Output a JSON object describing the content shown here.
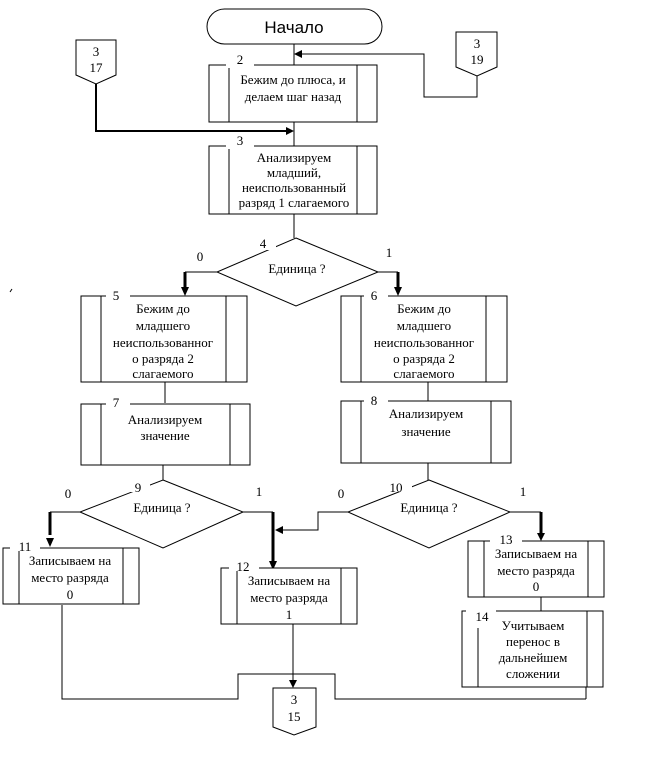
{
  "diagram": {
    "type": "flowchart",
    "start": {
      "id": "start",
      "label": "Начало"
    },
    "connectors": [
      {
        "id": "conn-3-17",
        "page": "3",
        "ref": "17"
      },
      {
        "id": "conn-3-19",
        "page": "3",
        "ref": "19"
      },
      {
        "id": "conn-3-15",
        "page": "3",
        "ref": "15"
      }
    ],
    "blocks": [
      {
        "num": "2",
        "lines": [
          "Бежим до плюса, и",
          "делаем шаг назад"
        ]
      },
      {
        "num": "3",
        "lines": [
          "Анализируем",
          "младший,",
          "неиспользованный",
          "разряд 1   слагаемого"
        ]
      },
      {
        "num": "5",
        "lines": [
          "Бежим до",
          "младшего",
          "неиспользованног",
          "о разряда 2",
          "слагаемого"
        ]
      },
      {
        "num": "6",
        "lines": [
          "Бежим до",
          "младшего",
          "неиспользованног",
          "о разряда 2",
          "слагаемого"
        ]
      },
      {
        "num": "7",
        "lines": [
          "Анализируем",
          "значение"
        ]
      },
      {
        "num": "8",
        "lines": [
          "Анализируем",
          "значение"
        ]
      },
      {
        "num": "11",
        "lines": [
          "Записываем на",
          "место разряда",
          "0"
        ]
      },
      {
        "num": "12",
        "lines": [
          "Записываем на",
          "место разряда",
          "1"
        ]
      },
      {
        "num": "13",
        "lines": [
          "Записываем на",
          "место разряда",
          "0"
        ]
      },
      {
        "num": "14",
        "lines": [
          "Учитываем",
          "перенос в",
          "дальнейшем",
          "сложении"
        ]
      }
    ],
    "decisions": [
      {
        "num": "4",
        "label": "Единица ?",
        "no": "0",
        "yes": "1"
      },
      {
        "num": "9",
        "label": "Единица ?",
        "no": "0",
        "yes": "1"
      },
      {
        "num": "10",
        "label": "Единица ?",
        "no": "0",
        "yes": "1"
      }
    ]
  }
}
